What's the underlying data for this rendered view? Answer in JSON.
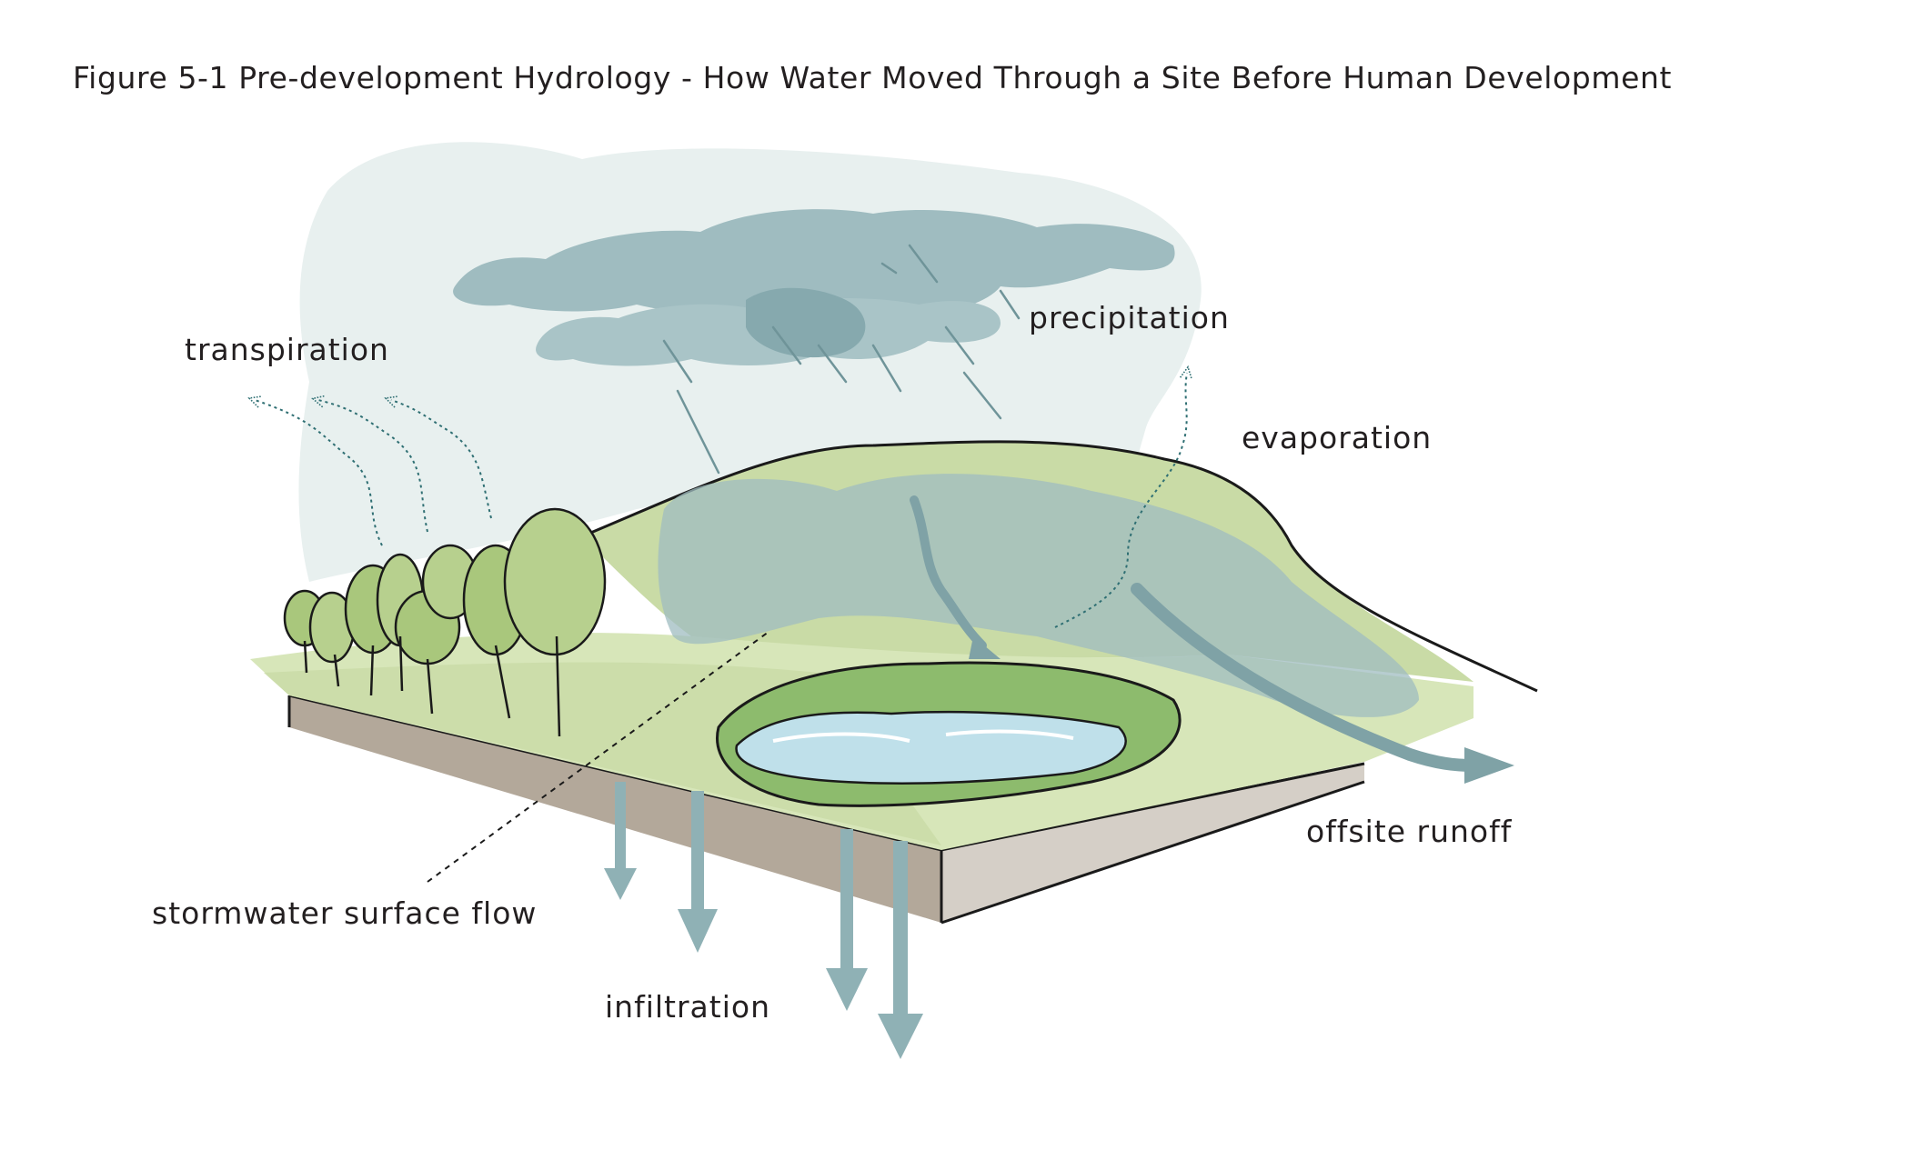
{
  "title": "Figure 5-1 Pre-development Hydrology - How Water Moved Through a Site Before Human Development",
  "labels": {
    "transpiration": "transpiration",
    "precipitation": "precipitation",
    "evaporation": "evaporation",
    "stormwater_surface_flow": "stormwater surface flow",
    "infiltration": "infiltration",
    "offsite_runoff": "offsite runoff"
  },
  "colors": {
    "sky_haze": "#e8f0ef",
    "cloud": "#9fbcc0",
    "cloud_dark": "#86a9ae",
    "water_arrow": "#8fb1b5",
    "hill": "#c9dba6",
    "ground_light": "#d7e6b9",
    "soil": "#b3a89a",
    "soil_light": "#d5cfc7",
    "pond": "#bfe0ea",
    "tree": "#a9c77c",
    "ink": "#1a1a1a"
  }
}
